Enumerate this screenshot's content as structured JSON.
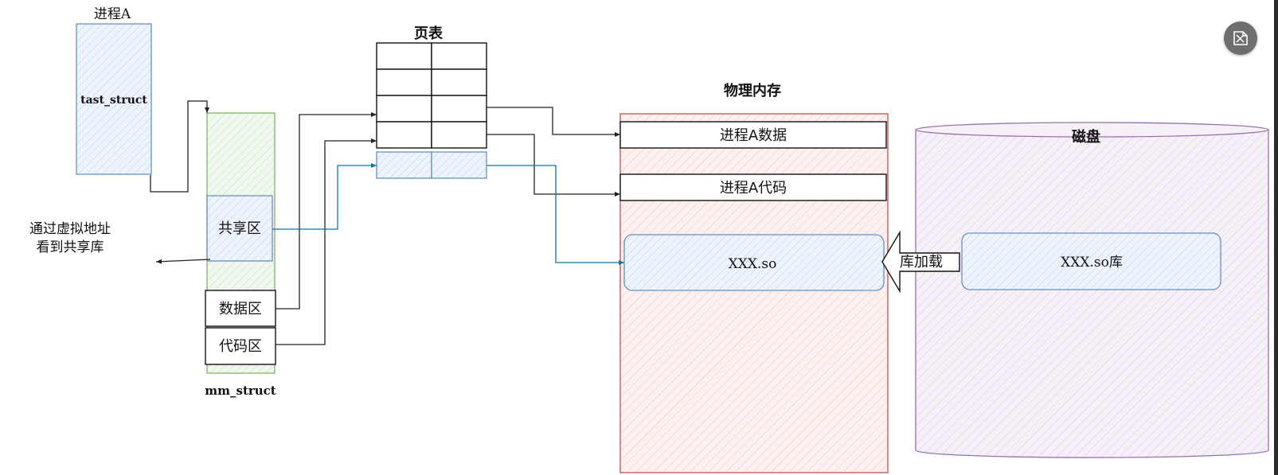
{
  "diagram": {
    "process_label": "进程A",
    "task_struct_label": "tast_struct",
    "mm_struct_label": "mm_struct",
    "page_table_title": "页表",
    "physical_memory_title": "物理内存",
    "disk_title": "磁盘",
    "shared_area_label": "共享区",
    "data_area_label": "数据区",
    "code_area_label": "代码区",
    "virtual_address_note_line1": "通过虚拟地址",
    "virtual_address_note_line2": "看到共享库",
    "phys_data_label": "进程A数据",
    "phys_code_label": "进程A代码",
    "phys_so_label": "XXX.so",
    "disk_so_label": "XXX.so库",
    "library_load_label": "库加载"
  },
  "colors": {
    "blue_stroke": "#6c8ebf",
    "blue_fill": "#dae8fc",
    "green_stroke": "#82b366",
    "green_fill": "#d5e8d4",
    "red_stroke": "#b85450",
    "red_fill": "#f8cecc",
    "purple_stroke": "#9673a6",
    "purple_fill": "#e1d5e7",
    "teal_arrow": "#10739e"
  },
  "toolbar": {
    "translate_icon": "translate-icon"
  }
}
